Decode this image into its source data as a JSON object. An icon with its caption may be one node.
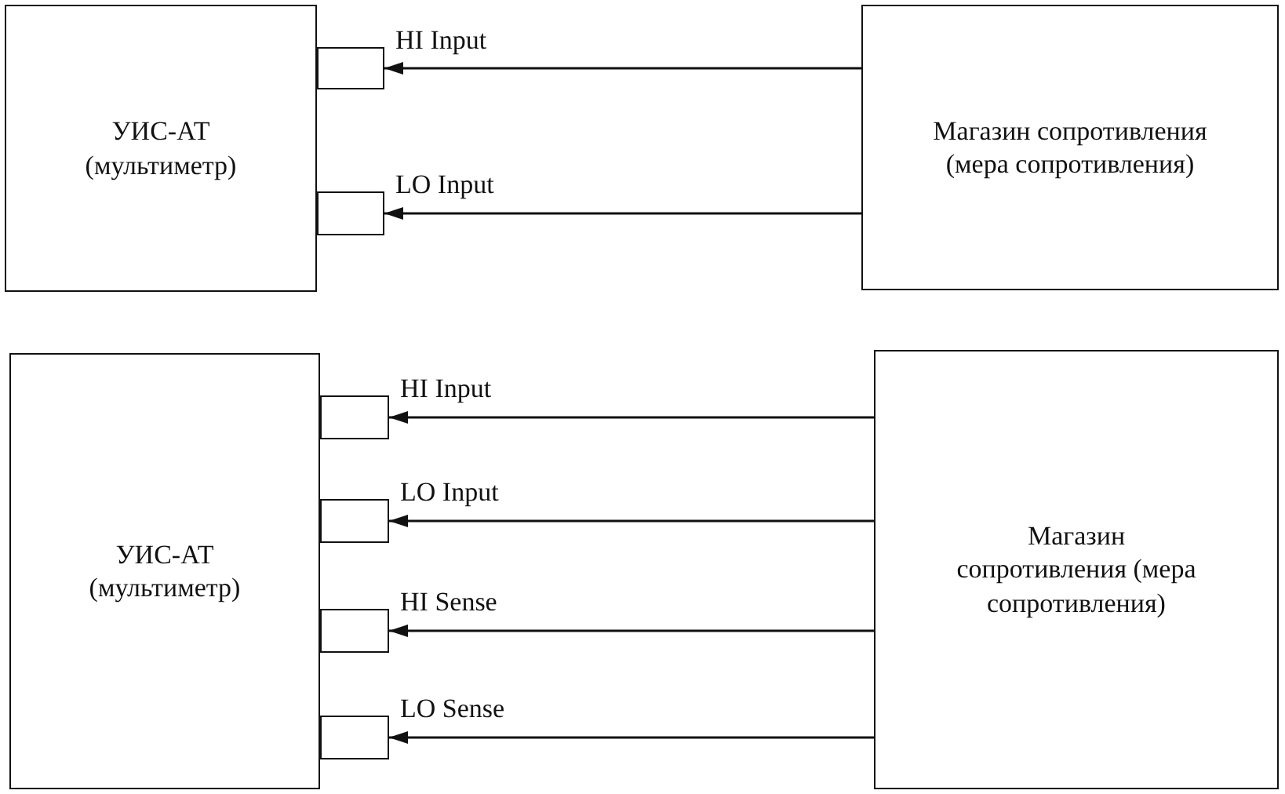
{
  "diagram": {
    "nodes": [
      {
        "text": [
          "УИС-АТ (мультиметр)"
        ]
      },
      {
        "text": [],
        "shape": "box"
      },
      {
        "text": [],
        "shape": "box"
      },
      {
        "text": [
          "Магазин сопротивления (мера сопротивления)"
        ]
      },
      {
        "text": [
          "УИС-АТ (мультиметр)"
        ]
      },
      {
        "text": [],
        "shape": "box"
      },
      {
        "text": [],
        "shape": "box"
      },
      {
        "text": [],
        "shape": "box"
      },
      {
        "text": [],
        "shape": "box"
      },
      {
        "text": [
          "Магазин сопротивления (мера сопротивления)"
        ]
      }
    ],
    "edges": [
      {
        "from": 3,
        "to": 1,
        "arrow": "to",
        "label": "HI Input"
      },
      {
        "from": 3,
        "to": 2,
        "arrow": "to",
        "label": "LO Input"
      },
      {
        "from": 9,
        "to": 5,
        "arrow": "to",
        "label": "HI Input"
      },
      {
        "from": 9,
        "to": 6,
        "arrow": "to",
        "label": "LO Input"
      },
      {
        "from": 9,
        "to": 7,
        "arrow": "to",
        "label": "HI Sense"
      },
      {
        "from": 9,
        "to": 8,
        "arrow": "to",
        "label": "LO Sense"
      }
    ]
  }
}
